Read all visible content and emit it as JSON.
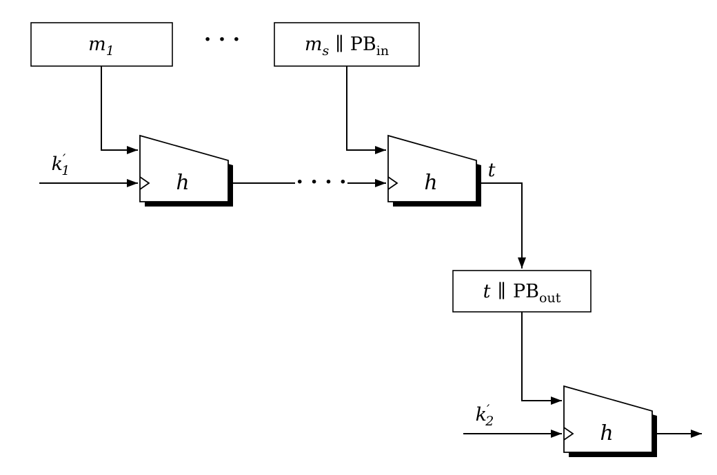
{
  "diagram": {
    "colors": {
      "stroke": "#000000",
      "fill": "#ffffff",
      "shadow": "#000000"
    },
    "box_m1": {
      "base": "m",
      "sub": "1"
    },
    "box_ms": {
      "m": "m",
      "m_sub": "s",
      "concat": "∥",
      "pb": "PB",
      "pb_sub": "in"
    },
    "box_tpb": {
      "t": "t",
      "concat": "∥",
      "pb": "PB",
      "pb_sub": "out"
    },
    "hash1": {
      "label": "h"
    },
    "hash2": {
      "label": "h"
    },
    "hash3": {
      "label": "h"
    },
    "key1": {
      "base": "k",
      "prime": "′",
      "sub": "1"
    },
    "key2": {
      "base": "k",
      "prime": "′",
      "sub": "2"
    },
    "tag": {
      "label": "t"
    },
    "ellipsis_top": "· · ·",
    "ellipsis_chain": "· · · ·"
  }
}
